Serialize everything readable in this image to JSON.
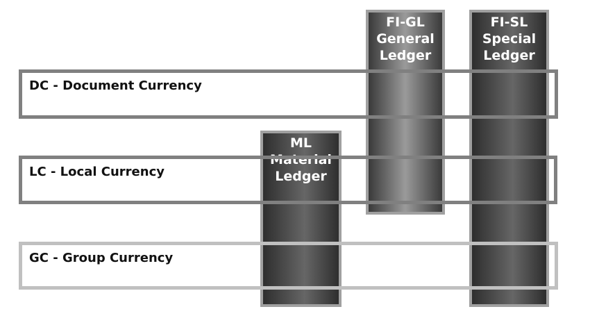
{
  "ledgers": [
    {
      "id": "fi-gl",
      "line1": "FI-GL",
      "line2": "General",
      "line3": "Ledger"
    },
    {
      "id": "fi-sl",
      "line1": "FI-SL",
      "line2": "Special",
      "line3": "Ledger"
    },
    {
      "id": "ml",
      "line1": "ML",
      "line2": "Material",
      "line3": "Ledger"
    }
  ],
  "currencies": [
    {
      "id": "dc",
      "label": "DC - Document Currency"
    },
    {
      "id": "lc",
      "label": "LC - Local Currency"
    },
    {
      "id": "gc",
      "label": "GC - Group Currency"
    }
  ]
}
